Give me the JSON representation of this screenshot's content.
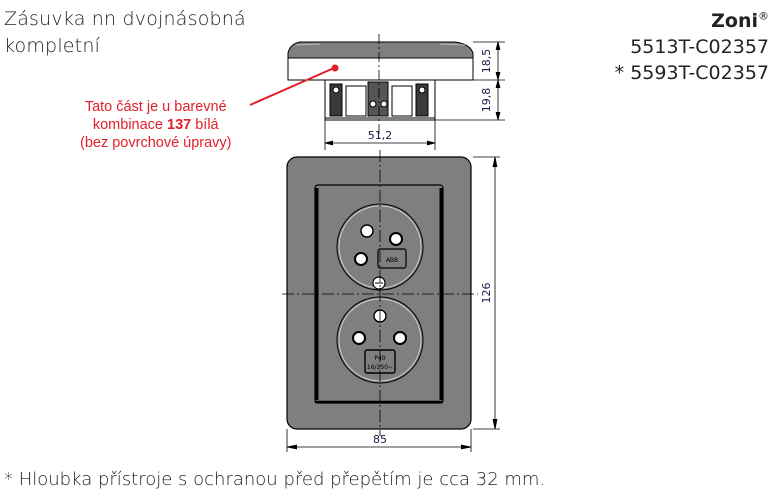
{
  "header": {
    "title_line1": "Zásuvka nn dvojnásobná",
    "title_line2": "kompletní"
  },
  "brand": {
    "name": "Zoni",
    "registered_mark": "®",
    "codes": [
      "5513T-C02357",
      "* 5593T-C02357"
    ]
  },
  "annotation": {
    "line1": "Tato část je u barevné",
    "line2_prefix": "kombinace ",
    "line2_bold": "137",
    "line2_suffix": " bílá",
    "line3": "(bez povrchové úpravy)",
    "color": "#e3202a"
  },
  "dimensions": {
    "side_height_top": "18,5",
    "side_height_bottom": "19,8",
    "side_width": "51,2",
    "front_height": "126",
    "front_width": "85"
  },
  "socket_labels": {
    "upper_badge": "ABB",
    "lower_badge_line1": "P40",
    "lower_badge_line2": "16/250~"
  },
  "colors": {
    "frame_fill": "#7f7f7f",
    "outline": "#000000",
    "background": "#ffffff"
  },
  "footnote": "* Hloubka přístroje s ochranou před přepětím je cca 32 mm."
}
